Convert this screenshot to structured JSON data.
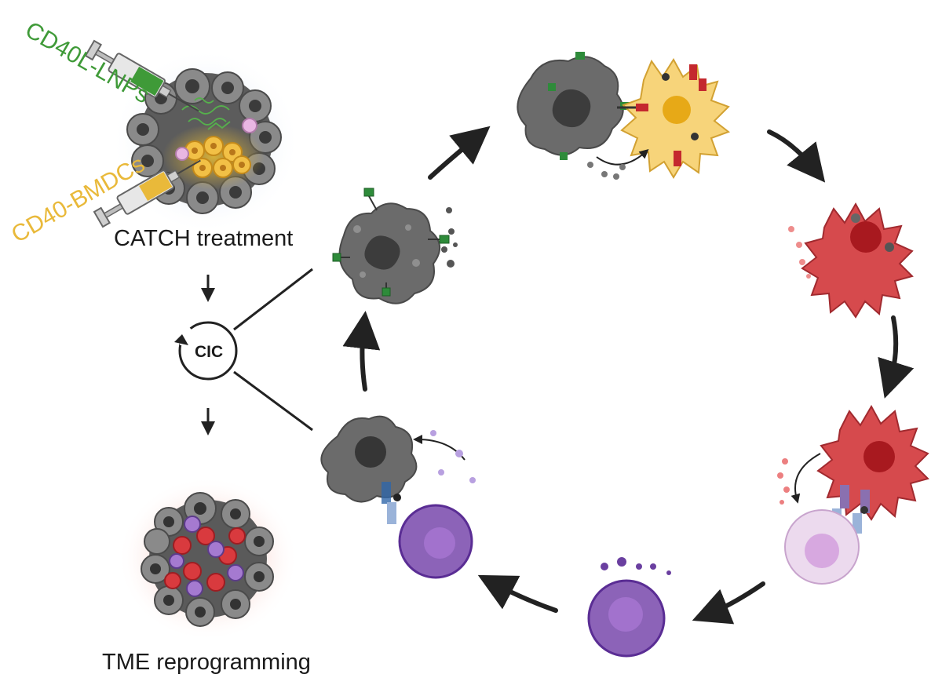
{
  "labels": {
    "cd40l_lnps": "CD40L-LNPs",
    "cd40_bmdcs": "CD40-BMDCs",
    "catch_treatment": "CATCH treatment",
    "cic": "CIC",
    "tme_reprogramming": "TME reprogramming"
  },
  "colors": {
    "lnp_green": "#3f9a38",
    "bmdc_yellow": "#e9b93a",
    "tumor_gray": "#6b6b6b",
    "dc_red": "#d64a4d",
    "tcell_purple": "#8c63b8",
    "tcell_pale": "#e3cbe4"
  }
}
